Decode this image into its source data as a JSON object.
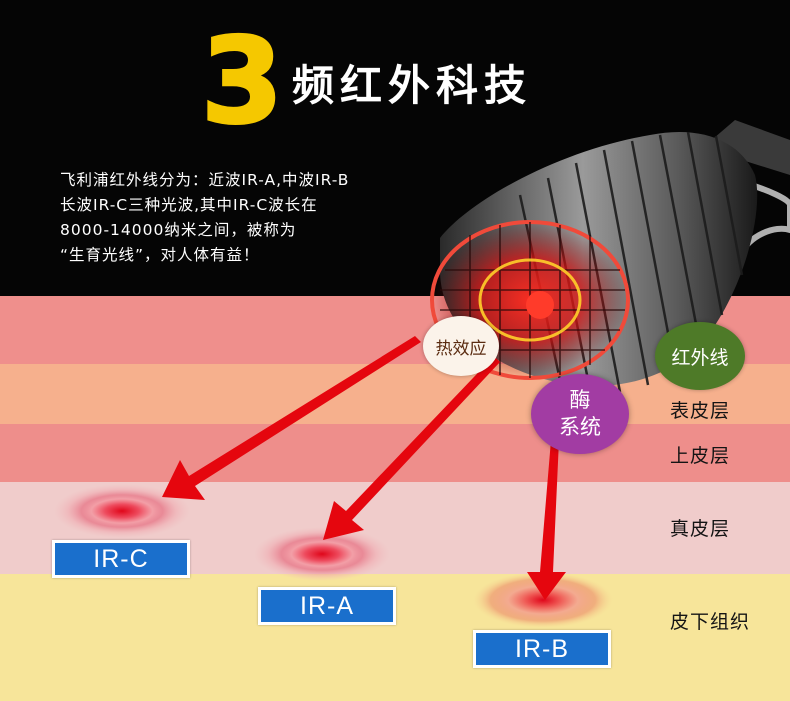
{
  "title": {
    "number": "3",
    "text": "频红外科技"
  },
  "intro": {
    "lines": [
      "飞利浦红外线分为：近波IR-A,中波IR-B",
      "长波IR-C三种光波,其中IR-C波长在",
      "8000-14000纳米之间，被称为",
      "“生育光线”，对人体有益！"
    ]
  },
  "bubbles": {
    "heat": "热效应",
    "enzyme_line1": "酶",
    "enzyme_line2": "系统",
    "infrared": "红外线"
  },
  "layers": [
    "表皮层",
    "上皮层",
    "真皮层",
    "皮下组织"
  ],
  "tags": {
    "ir_c": "IR-C",
    "ir_a": "IR-A",
    "ir_b": "IR-B"
  },
  "colors": {
    "title_number": "#f5c800",
    "arrow": "#e5060e",
    "tag_blue": "#1a6fcc",
    "enzyme_purple": "#a23ca3",
    "infrared_green": "#4e7a28"
  },
  "icons": [
    "heat-lamp-icon",
    "arrow-icon",
    "target-ring-icon"
  ]
}
